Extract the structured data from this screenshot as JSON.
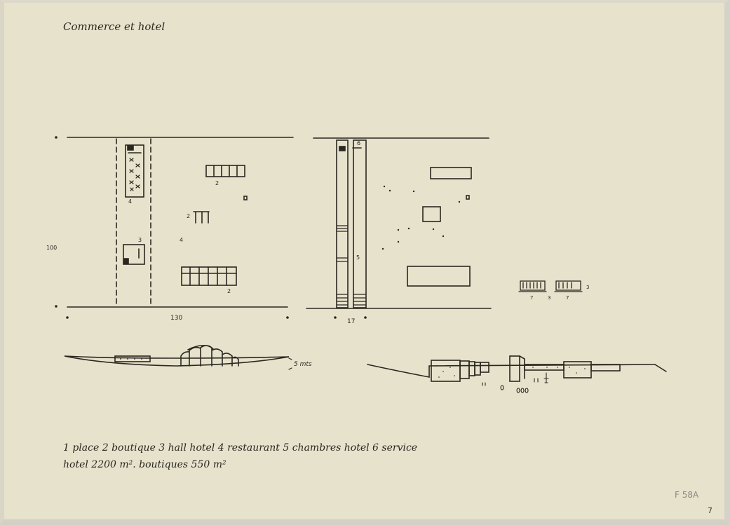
{
  "title": "Commerce et hotel",
  "legend": {
    "line1": "1 place 2 boutique 3 hall hotel 4 restaurant 5 chambres hotel 6 service",
    "line2": "hotel 2200 m². boutiques 550 m²"
  },
  "dimensions": {
    "height_plan_1": "100",
    "width_plan_1": "130",
    "width_plan_2": "17",
    "section_height": "5 mts",
    "detail_width_a": "7",
    "detail_width_b": "3",
    "detail_width_c": "7",
    "detail_width_d": "3"
  },
  "plan_labels": {
    "restaurant_top": "4",
    "hall_hotel": "3",
    "boutique_top": "2",
    "boutique_mid": "2",
    "boutique_bottom": "2",
    "restaurant_mid": "4",
    "service": "6",
    "chambres": "5"
  },
  "archive": {
    "reference": "F 58A",
    "sheet": "7"
  },
  "colors": {
    "paper": "#e6e2cc",
    "ink": "#2a2720",
    "stamp": "#8a8a86"
  }
}
